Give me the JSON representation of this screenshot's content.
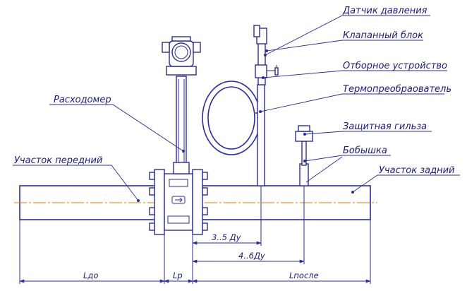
{
  "labels": {
    "pressure_sensor": "Датчик давления",
    "valve_block": "Клапанный блок",
    "sampling_device": "Отборное устройство",
    "thermoconverter": "Термопреобраователь",
    "protective_sleeve": "Защитная гильза",
    "boss": "Бобышка",
    "rear_section": "Участок задний",
    "flowmeter": "Расходомер",
    "front_section": "Участок передний"
  },
  "dimensions": {
    "d1": "3..5 Ду",
    "d2": "4..6Ду",
    "l_before": "Lдо",
    "l_p": "Lр",
    "l_after": "Lпосле"
  },
  "colors": {
    "line": "#2b2ba6",
    "text": "#1a1a8c",
    "axis": "#e07a00"
  }
}
